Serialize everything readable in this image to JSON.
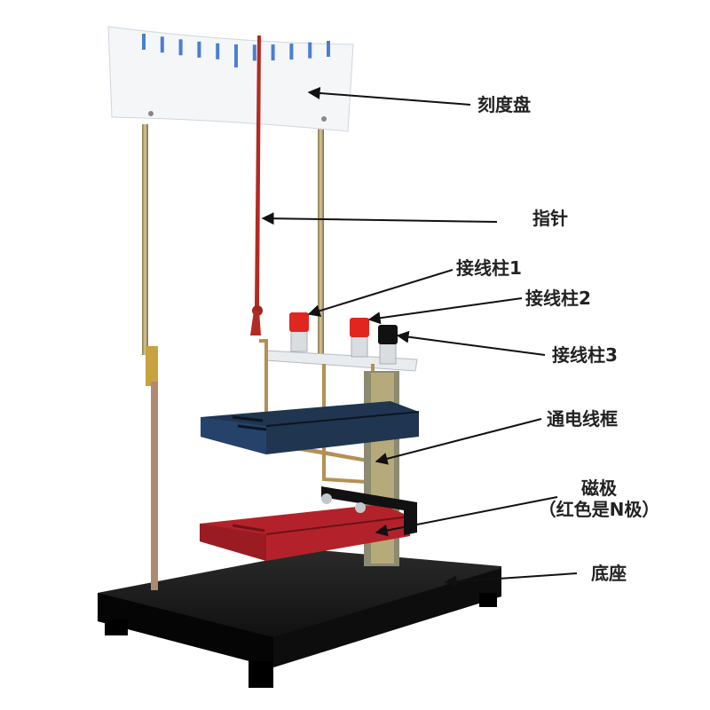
{
  "labels": {
    "dial": "刻度盘",
    "pointer": "指针",
    "terminal_1": "接线柱1",
    "terminal_2": "接线柱2",
    "terminal_3": "接线柱3",
    "coil_frame": "通电线框",
    "magnetic_pole": "磁极",
    "magnetic_pole_note": "（红色是N极）",
    "base": "底座"
  },
  "colors": {
    "scale_ticks": "#4a7fd0",
    "pointer": "#b22a22",
    "terminal_red": "#e0261f",
    "terminal_black": "#111111",
    "upper_magnet": "#1f3550",
    "lower_magnet": "#b3222a",
    "base": "#111111",
    "rods": "#b8a070"
  }
}
